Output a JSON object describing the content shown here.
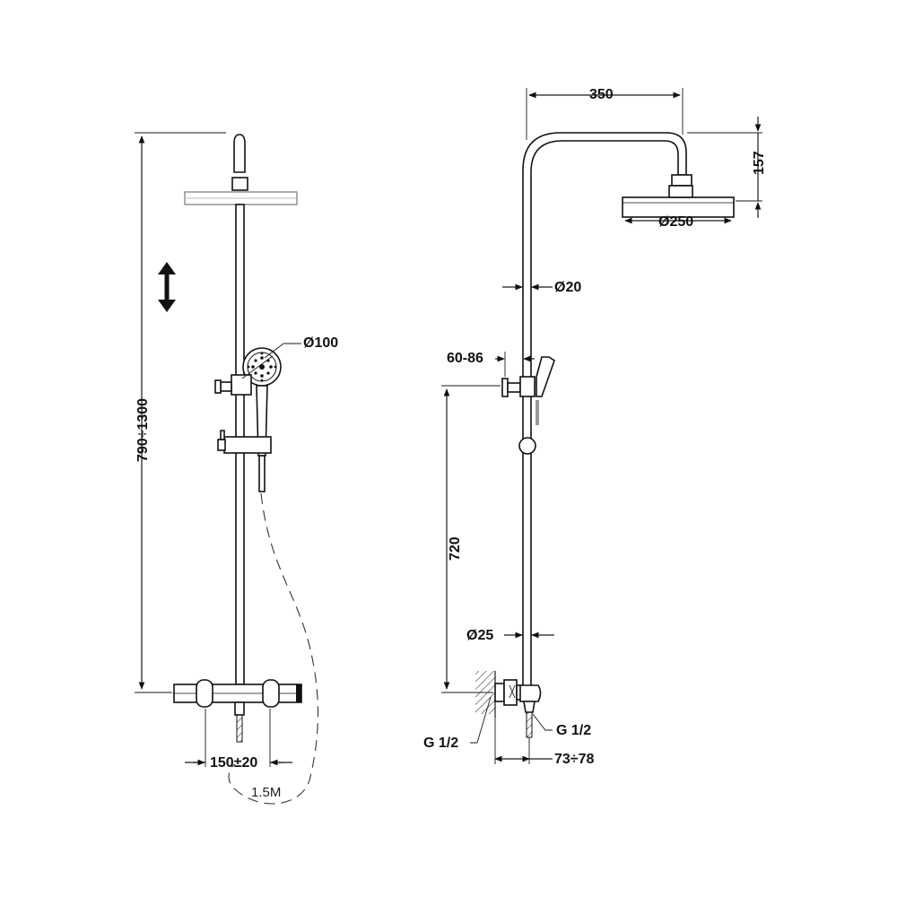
{
  "front_view": {
    "height_label": "790÷1300",
    "handshower_label": "Ø100",
    "spacing_label": "150±20",
    "hose_label": "1.5M"
  },
  "side_view": {
    "arm_length_label": "350",
    "arm_height_label": "157",
    "head_diameter_label": "Ø250",
    "top_pipe_label": "Ø20",
    "holder_label": "60-86",
    "outlet_height_label": "720",
    "bottom_pipe_label": "Ø25",
    "inlet_left_label": "G 1/2",
    "inlet_right_label": "G 1/2",
    "wall_offset_label": "73÷78"
  },
  "icons": {
    "adjust": "double-arrow-vertical-icon"
  }
}
